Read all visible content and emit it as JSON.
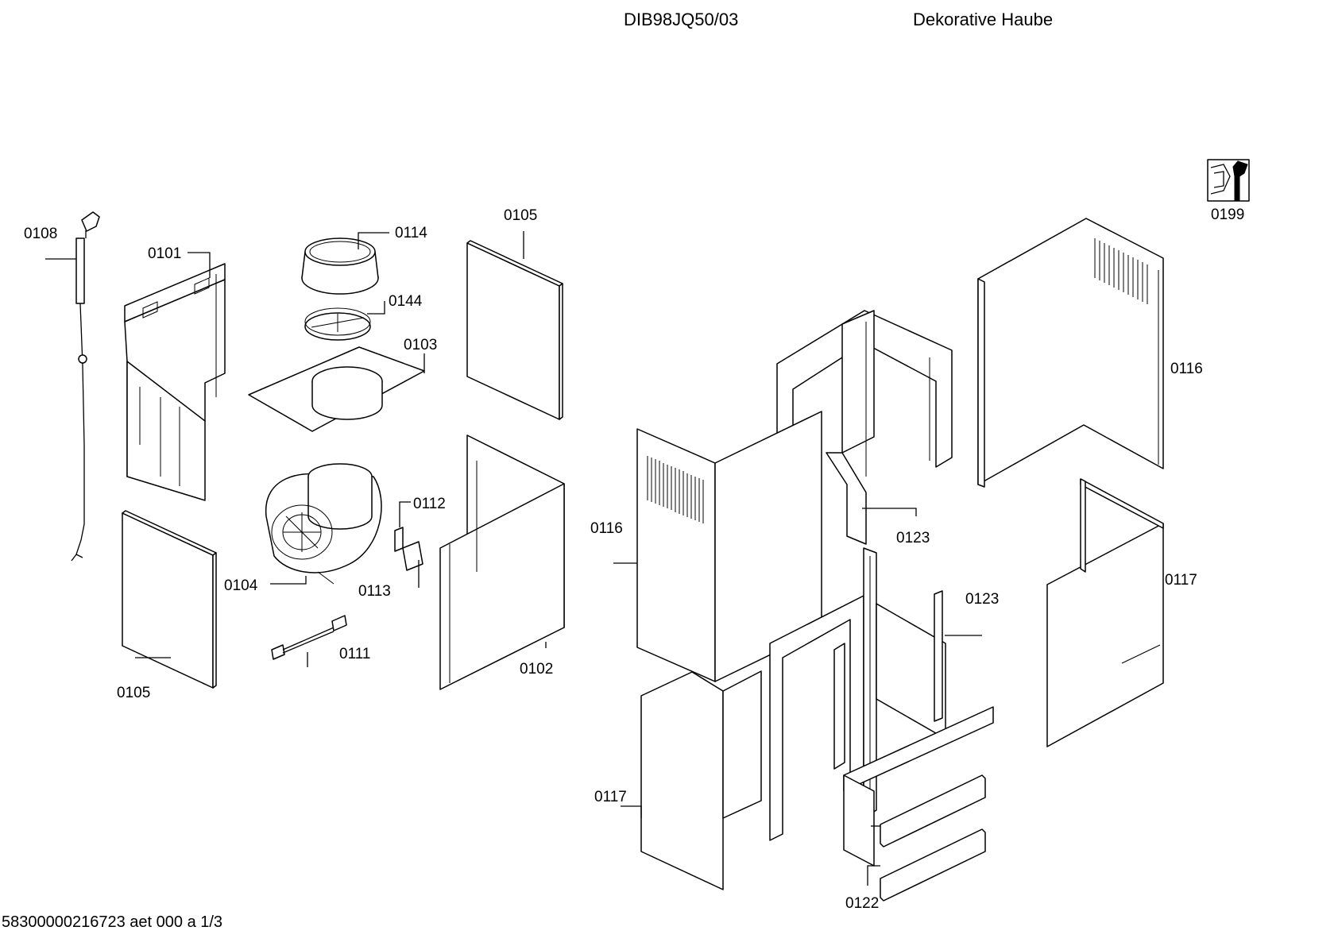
{
  "header": {
    "model": "DIB98JQ50/03",
    "description": "Dekorative Haube"
  },
  "footer": {
    "doc_code": "58300000216723 aet 000 a 1/3"
  },
  "labels": [
    {
      "id": "0108",
      "text": "0108"
    },
    {
      "id": "0101",
      "text": "0101"
    },
    {
      "id": "0114",
      "text": "0114"
    },
    {
      "id": "0144",
      "text": "0144"
    },
    {
      "id": "0103",
      "text": "0103"
    },
    {
      "id": "0105a",
      "text": "0105"
    },
    {
      "id": "0105b",
      "text": "0105"
    },
    {
      "id": "0112",
      "text": "0112"
    },
    {
      "id": "0113",
      "text": "0113"
    },
    {
      "id": "0104",
      "text": "0104"
    },
    {
      "id": "0111",
      "text": "0111"
    },
    {
      "id": "0102",
      "text": "0102"
    },
    {
      "id": "0116a",
      "text": "0116"
    },
    {
      "id": "0116b",
      "text": "0116"
    },
    {
      "id": "0123a",
      "text": "0123"
    },
    {
      "id": "0123b",
      "text": "0123"
    },
    {
      "id": "0117a",
      "text": "0117"
    },
    {
      "id": "0117b",
      "text": "0117"
    },
    {
      "id": "0122",
      "text": "0122"
    },
    {
      "id": "0199",
      "text": "0199"
    }
  ],
  "icons": {
    "service_kit": "wrench-icon"
  }
}
